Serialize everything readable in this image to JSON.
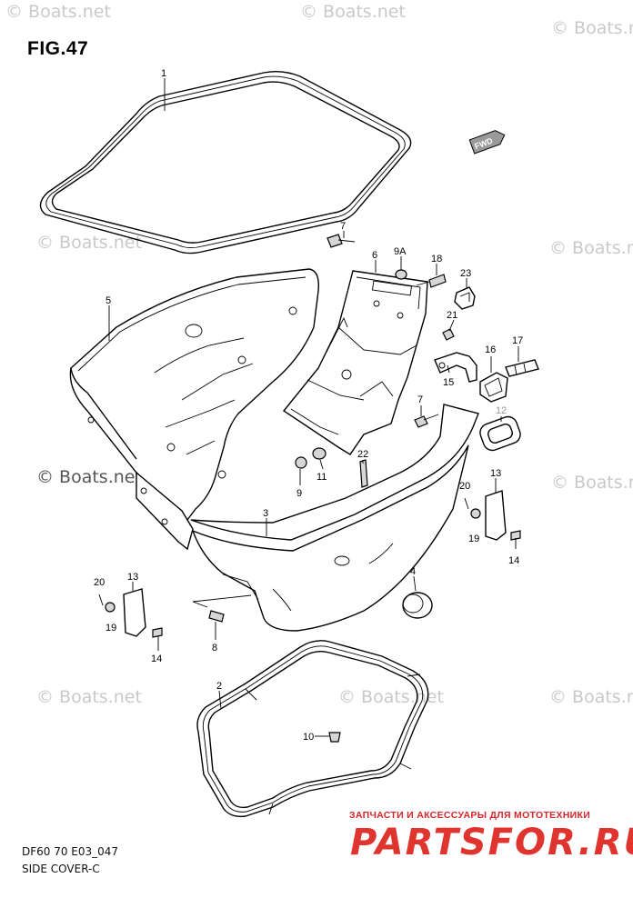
{
  "figure": {
    "title": "FIG.47",
    "code": "DF60 70 E03_047",
    "name": "SIDE COVER-C"
  },
  "watermarks": {
    "text": "© Boats.net",
    "text_plain": "Boats.net"
  },
  "direction_tag": "FWD",
  "callouts": [
    "1",
    "2",
    "3",
    "4",
    "5",
    "6",
    "7",
    "7",
    "8",
    "9",
    "9A",
    "10",
    "11",
    "12",
    "13",
    "13",
    "14",
    "14",
    "15",
    "16",
    "17",
    "18",
    "19",
    "19",
    "20",
    "20",
    "21",
    "22",
    "23"
  ],
  "promo": {
    "tagline": "ЗАПЧАСТИ И АКСЕССУАРЫ ДЛЯ МОТОТЕХНИКИ",
    "logo": "PARTSFOR.RU"
  },
  "colors": {
    "line": "#000000",
    "watermark": "#c9c9c9",
    "promo_red": "#e0342f"
  }
}
